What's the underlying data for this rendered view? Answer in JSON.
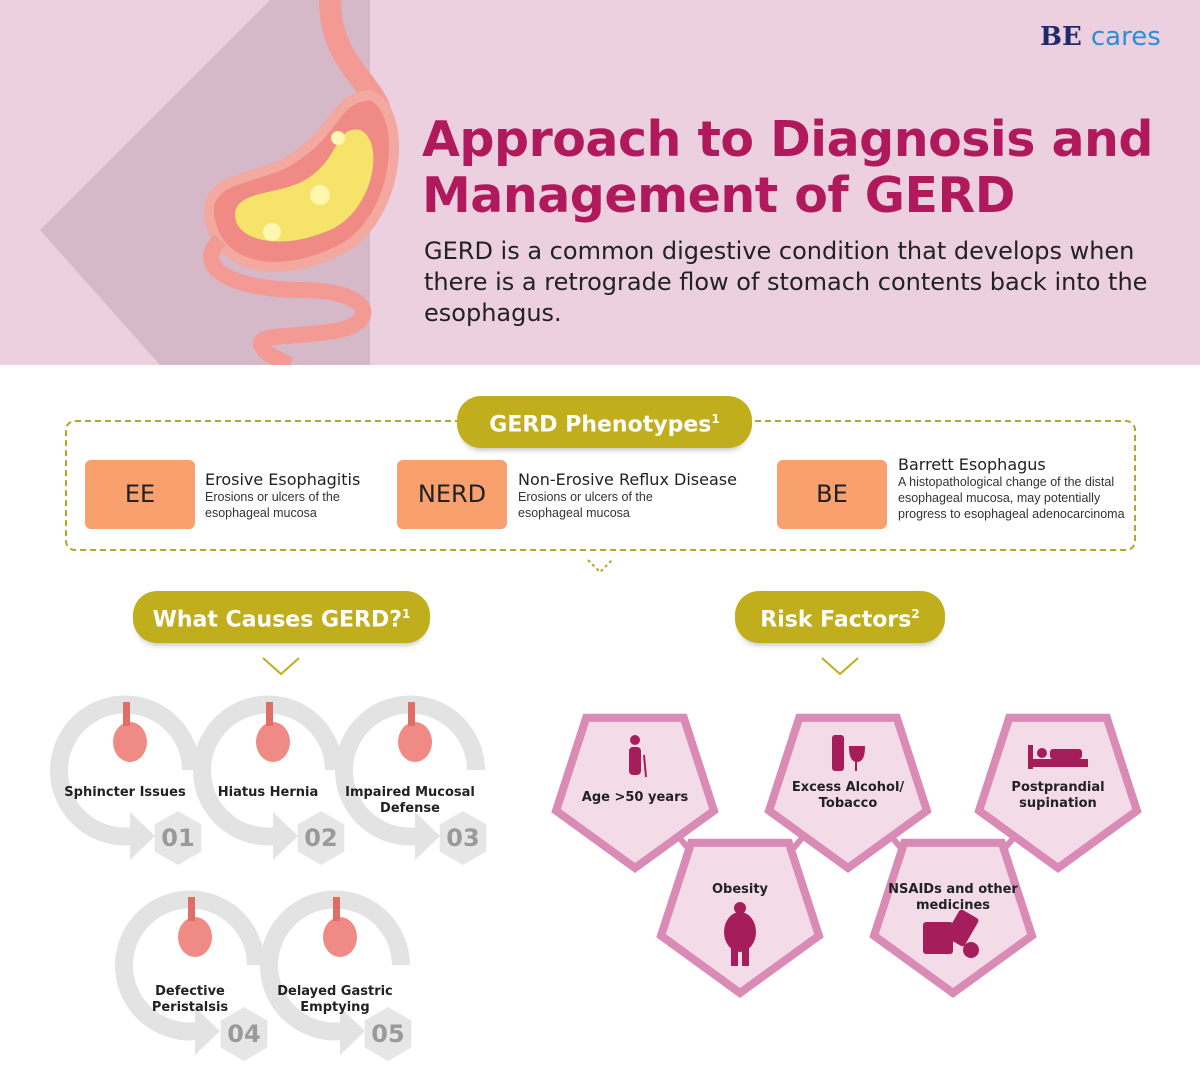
{
  "header": {
    "logo": {
      "brand": "BE",
      "suffix": "cares"
    },
    "title": "Approach to Diagnosis and Management of GERD",
    "subtitle": "GERD is a common digestive condition that develops when there is a retrograde flow of stomach contents back into the esophagus."
  },
  "phenotypes": {
    "heading": "GERD Phenotypes",
    "ref": "1",
    "items": [
      {
        "abbr": "EE",
        "name": "Erosive Esophagitis",
        "desc": "Erosions or ulcers of the esophageal mucosa"
      },
      {
        "abbr": "NERD",
        "name": "Non-Erosive Reflux Disease",
        "desc": "Erosions or ulcers of the esophageal mucosa"
      },
      {
        "abbr": "BE",
        "name": "Barrett Esophagus",
        "desc": "A histopathological change of the distal esophageal mucosa, may potentially progress to esophageal adenocarcinoma"
      }
    ]
  },
  "causes": {
    "heading": "What Causes GERD?",
    "ref": "1",
    "items": [
      {
        "num": "01",
        "label": "Sphincter Issues"
      },
      {
        "num": "02",
        "label": "Hiatus Hernia"
      },
      {
        "num": "03",
        "label": "Impaired Mucosal Defense"
      },
      {
        "num": "04",
        "label": "Defective Peristalsis"
      },
      {
        "num": "05",
        "label": "Delayed Gastric Emptying"
      }
    ]
  },
  "risks": {
    "heading": "Risk Factors",
    "ref": "2",
    "items": [
      {
        "label": "Age >50 years",
        "icon": "elderly-person-icon"
      },
      {
        "label": "Excess Alcohol/ Tobacco",
        "icon": "alcohol-icon"
      },
      {
        "label": "Postprandial supination",
        "icon": "bed-icon"
      },
      {
        "label": "Obesity",
        "icon": "obese-person-icon"
      },
      {
        "label": "NSAIDs and other medicines",
        "icon": "pills-icon"
      }
    ]
  },
  "colors": {
    "title": "#b01a5c",
    "pill": "#c1ae1c",
    "orange": "#f9a06f",
    "pentagon": "#d98bb6",
    "header_bg": "#ecd0e0"
  }
}
